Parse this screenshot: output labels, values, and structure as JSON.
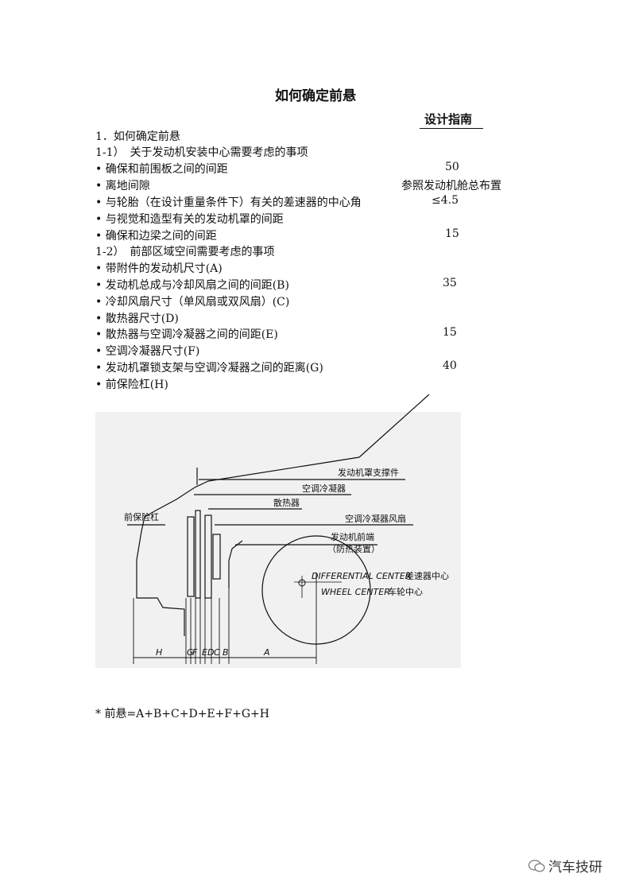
{
  "title": "如何确定前悬",
  "subtitle": "设计指南",
  "section1": "1．如何确定前悬",
  "section1_1": "1-1）　关于发动机安装中心需要考虑的事项",
  "items1": [
    {
      "text": "• 确保和前围板之间的间距",
      "value": "50"
    },
    {
      "text": "• 离地间隙",
      "value": "参照发动机舱总布置"
    },
    {
      "text": "• 与轮胎（在设计重量条件下）有关的差速器的中心角",
      "value": "≤4.5"
    },
    {
      "text": "• 与视觉和造型有关的发动机罩的间距",
      "value": ""
    },
    {
      "text": "• 确保和边梁之间的间距",
      "value": "15"
    }
  ],
  "section1_2": "1-2）　前部区域空间需要考虑的事项",
  "items2": [
    {
      "text": "• 带附件的发动机尺寸(A)",
      "value": ""
    },
    {
      "text": "• 发动机总成与冷却风扇之间的间距(B)",
      "value": "35"
    },
    {
      "text": "• 冷却风扇尺寸（单风扇或双风扇）(C)",
      "value": ""
    },
    {
      "text": "• 散热器尺寸(D)",
      "value": ""
    },
    {
      "text": "• 散热器与空调冷凝器之间的间距(E)",
      "value": "15"
    },
    {
      "text": "• 空调冷凝器尺寸(F)",
      "value": ""
    },
    {
      "text": "• 发动机罩锁支架与空调冷凝器之间的距离(G)",
      "value": "40"
    },
    {
      "text": "• 前保险杠(H)",
      "value": ""
    }
  ],
  "diagram": {
    "labels": {
      "hood_support": "发动机罩支撑件",
      "condenser": "空调冷凝器",
      "radiator": "散热器",
      "front_bumper": "前保险杠",
      "condenser_fan": "空调冷凝器风扇",
      "engine_front": "发动机前端",
      "heat_shield": "（防热装置）",
      "differential_center_en": "DIFFERENTIAL CENTER",
      "differential_center_cn": "差速器中心",
      "wheel_center_en": "WHEEL CENTER",
      "wheel_center_cn": "车轮中心"
    },
    "dims": [
      "H",
      "G",
      "F",
      "E",
      "D",
      "C",
      "B",
      "A"
    ]
  },
  "formula": "*  前悬=A+B+C+D+E+F+G+H",
  "watermark": "汽车技研"
}
